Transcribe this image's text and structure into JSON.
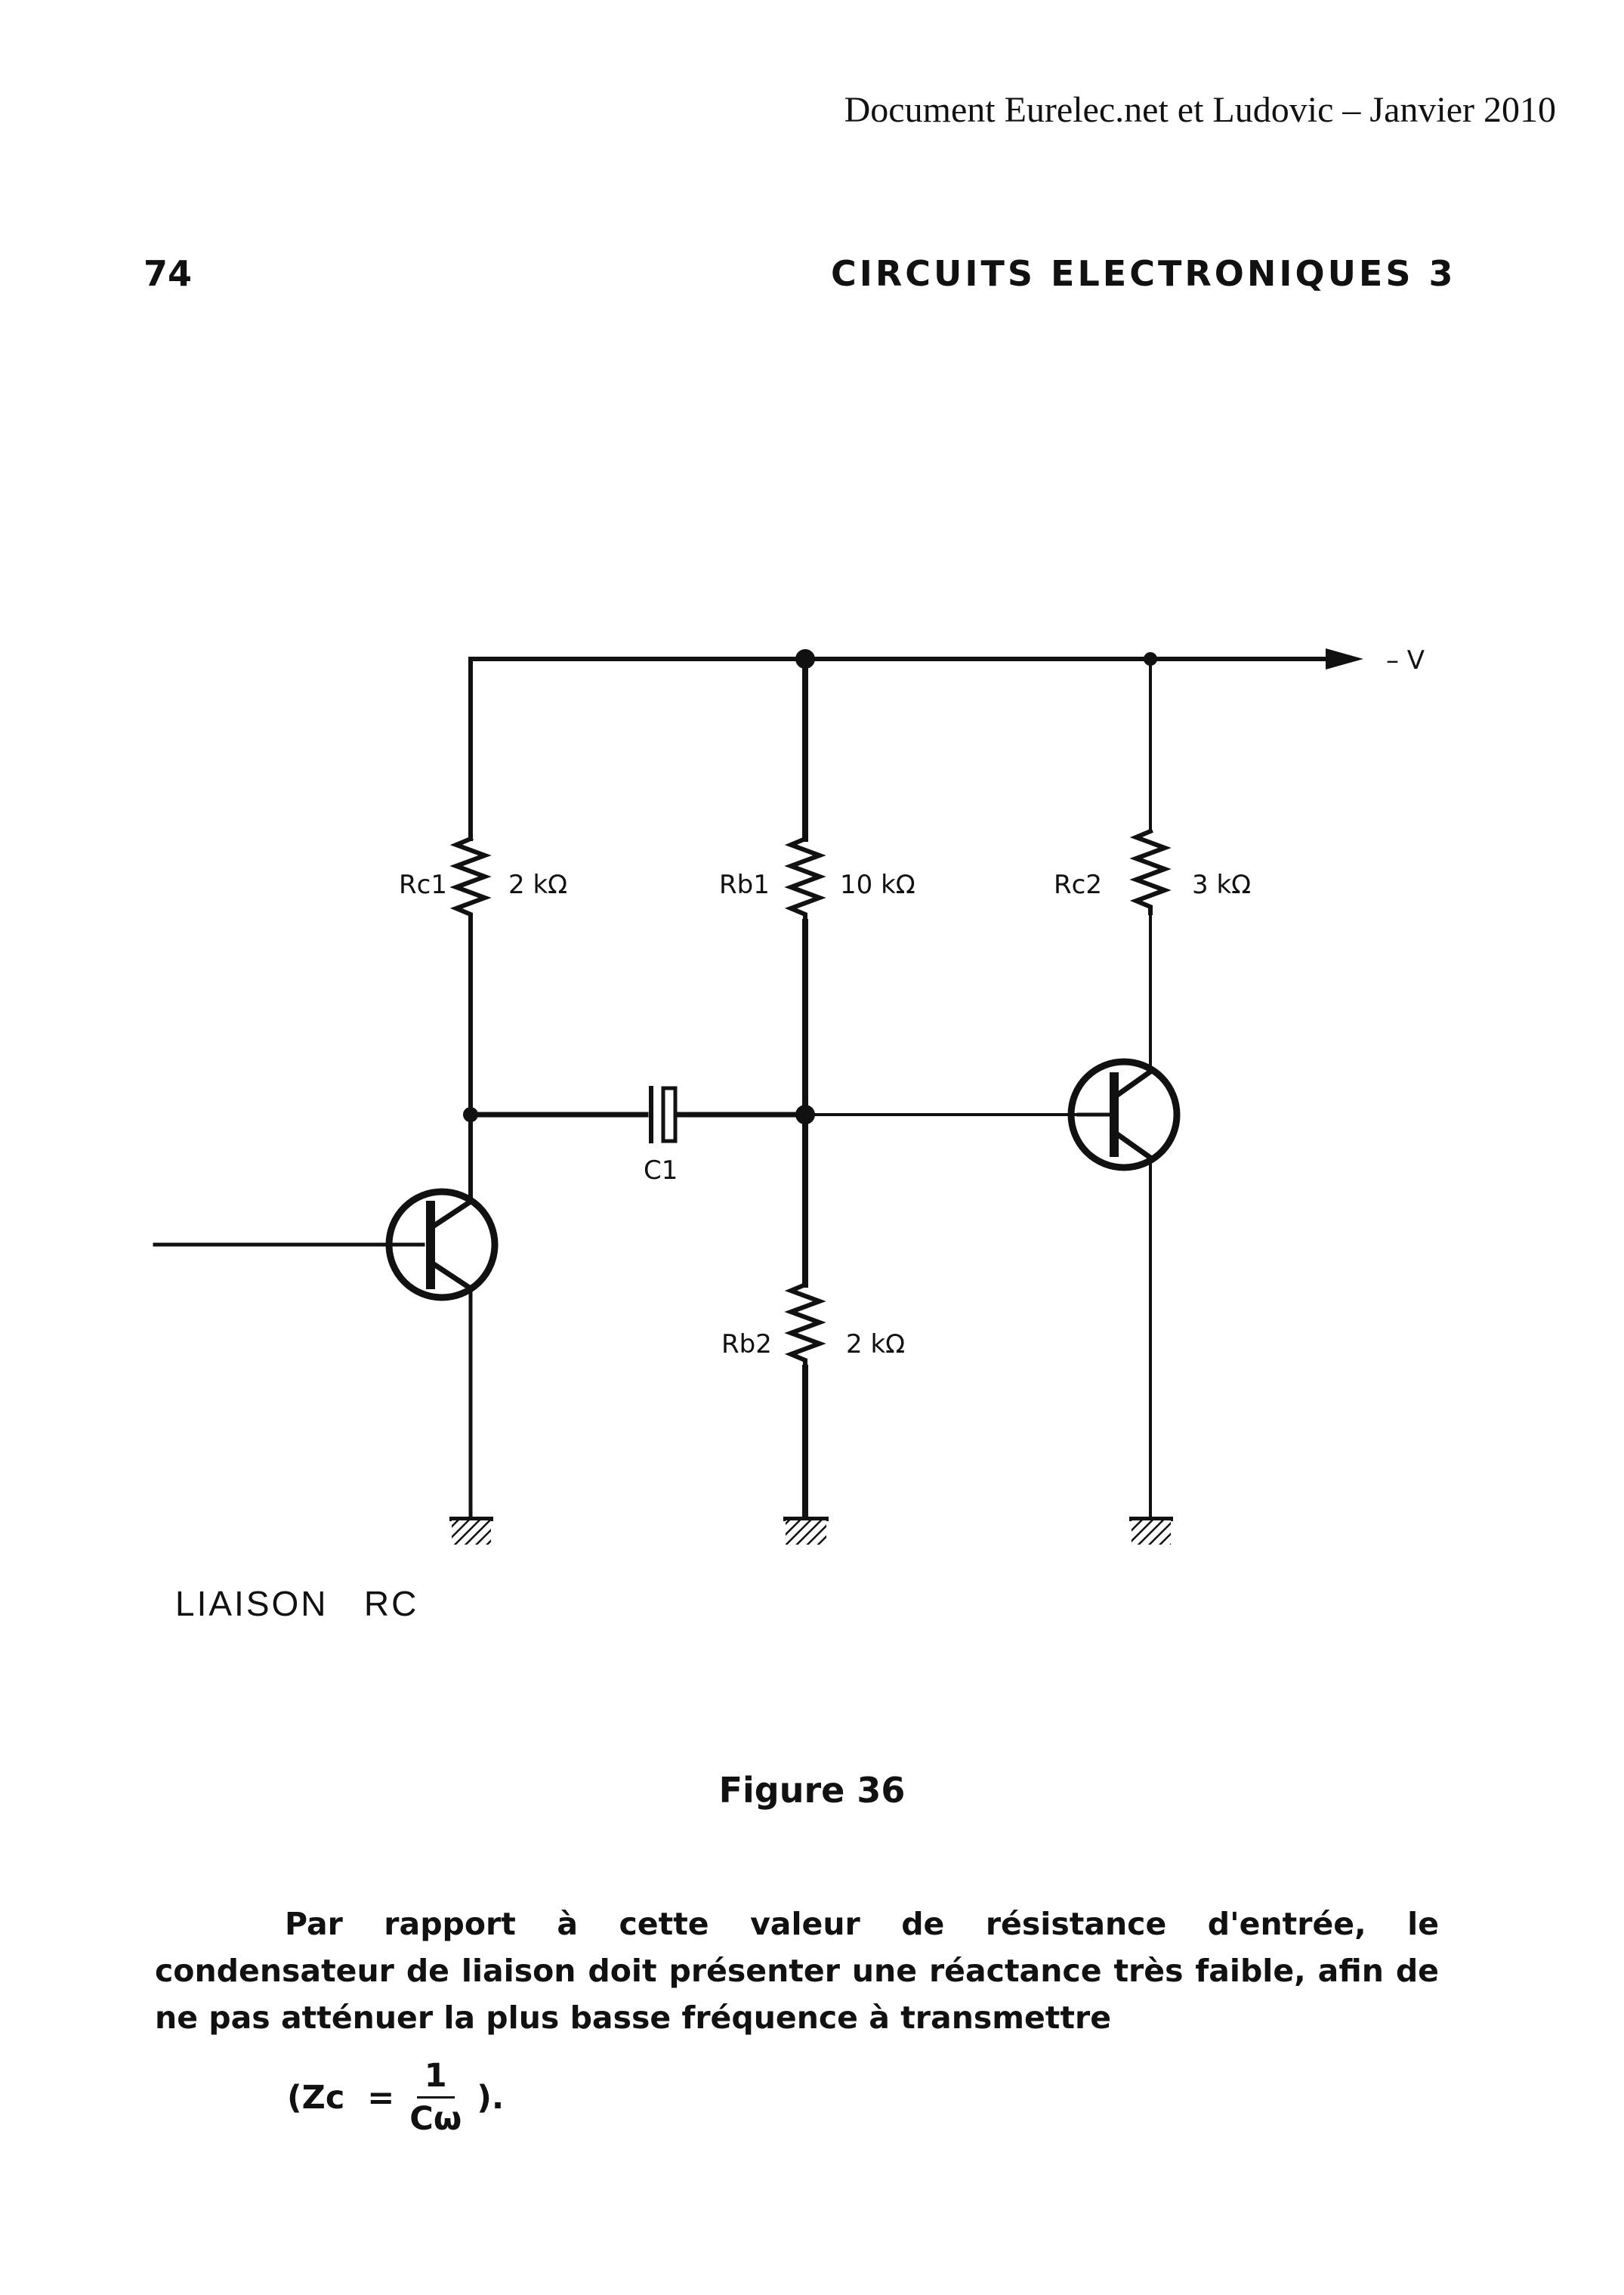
{
  "header": {
    "note": "Document Eurelec.net et Ludovic – Janvier 2010",
    "page_number": "74",
    "running_title": "CIRCUITS ELECTRONIQUES 3"
  },
  "schematic": {
    "supply_label": "– V",
    "components": {
      "rc1": {
        "name": "Rc1",
        "value": "2 kΩ"
      },
      "rb1": {
        "name": "Rb1",
        "value": "10 kΩ"
      },
      "rc2": {
        "name": "Rc2",
        "value": "3 kΩ"
      },
      "rb2": {
        "name": "Rb2",
        "value": "2 kΩ"
      },
      "c1": {
        "name": "C1"
      }
    }
  },
  "circuit_caption": "LIAISON   RC",
  "figure_caption": "Figure 36",
  "body": {
    "paragraph": "Par rapport à cette valeur de résistance d'entrée, le condensateur de liaison doit présenter une réactance très faible, afin de ne pas atténuer la plus basse fréquence à transmettre",
    "formula": {
      "prefix": "(Zc  =",
      "numerator": "1",
      "denominator": "Cω",
      "suffix": ")."
    }
  }
}
